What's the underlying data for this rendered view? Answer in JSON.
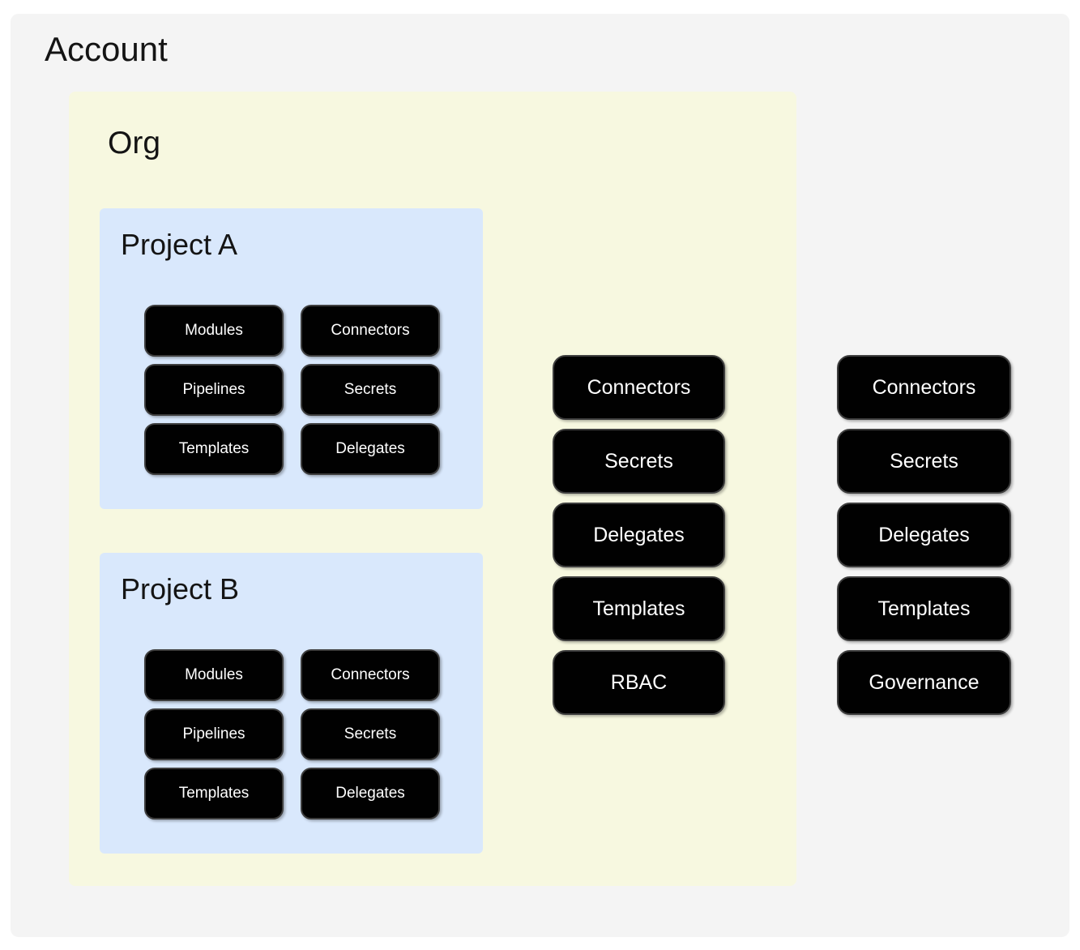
{
  "account": {
    "title": "Account",
    "buttons": [
      {
        "label": "Connectors"
      },
      {
        "label": "Secrets"
      },
      {
        "label": "Delegates"
      },
      {
        "label": "Templates"
      },
      {
        "label": "Governance"
      }
    ]
  },
  "org": {
    "title": "Org",
    "buttons": [
      {
        "label": "Connectors"
      },
      {
        "label": "Secrets"
      },
      {
        "label": "Delegates"
      },
      {
        "label": "Templates"
      },
      {
        "label": "RBAC"
      }
    ],
    "projects": [
      {
        "title": "Project A",
        "buttons": [
          {
            "label": "Modules"
          },
          {
            "label": "Connectors"
          },
          {
            "label": "Pipelines"
          },
          {
            "label": "Secrets"
          },
          {
            "label": "Templates"
          },
          {
            "label": "Delegates"
          }
        ]
      },
      {
        "title": "Project B",
        "buttons": [
          {
            "label": "Modules"
          },
          {
            "label": "Connectors"
          },
          {
            "label": "Pipelines"
          },
          {
            "label": "Secrets"
          },
          {
            "label": "Templates"
          },
          {
            "label": "Delegates"
          }
        ]
      }
    ]
  },
  "colors": {
    "page_bg": "#ffffff",
    "account_bg": "#f4f4f4",
    "org_bg": "#f7f8e0",
    "project_bg": "#d9e8fc",
    "button_bg": "#010101",
    "button_border": "#3e3e3e",
    "button_text": "#ffffff",
    "title_text": "#141414"
  }
}
